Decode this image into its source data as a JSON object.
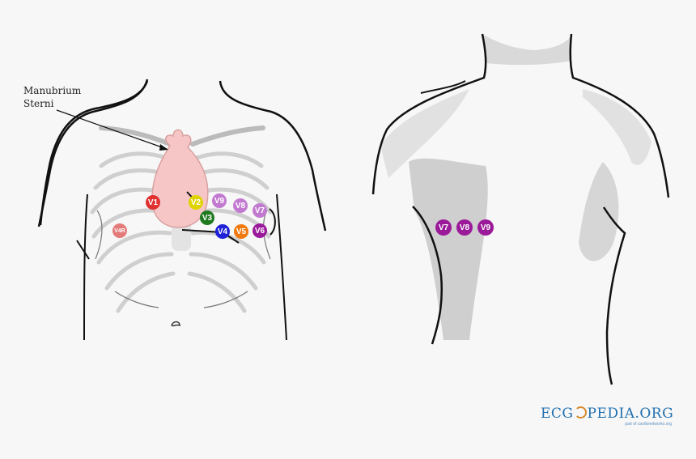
{
  "annotation": {
    "line1": "Manubrium",
    "line2": "Sterni"
  },
  "front_leads": [
    {
      "label": "V1",
      "color": "#e03030"
    },
    {
      "label": "V2",
      "color": "#e0d400"
    },
    {
      "label": "V3",
      "color": "#1f7a1f"
    },
    {
      "label": "V4",
      "color": "#1f22d8"
    },
    {
      "label": "V5",
      "color": "#f07a10"
    },
    {
      "label": "V6",
      "color": "#9a1a9a"
    },
    {
      "label": "V7",
      "color": "#c27ad0"
    },
    {
      "label": "V8",
      "color": "#c27ad0"
    },
    {
      "label": "V9",
      "color": "#c27ad0"
    },
    {
      "label": "V4R",
      "color": "#e47a7a"
    }
  ],
  "back_leads": [
    {
      "label": "V7",
      "color": "#9a1a9a"
    },
    {
      "label": "V8",
      "color": "#9a1a9a"
    },
    {
      "label": "V9",
      "color": "#9a1a9a"
    }
  ],
  "colors": {
    "heart": "#f6c6c6",
    "heart_outline": "#d9a0a0",
    "rib": "#cfcfcf",
    "outline": "#111111"
  },
  "brand": {
    "left": "ECG",
    "right": "PEDIA.ORG",
    "tagline": "part of cardionetworks.org"
  }
}
